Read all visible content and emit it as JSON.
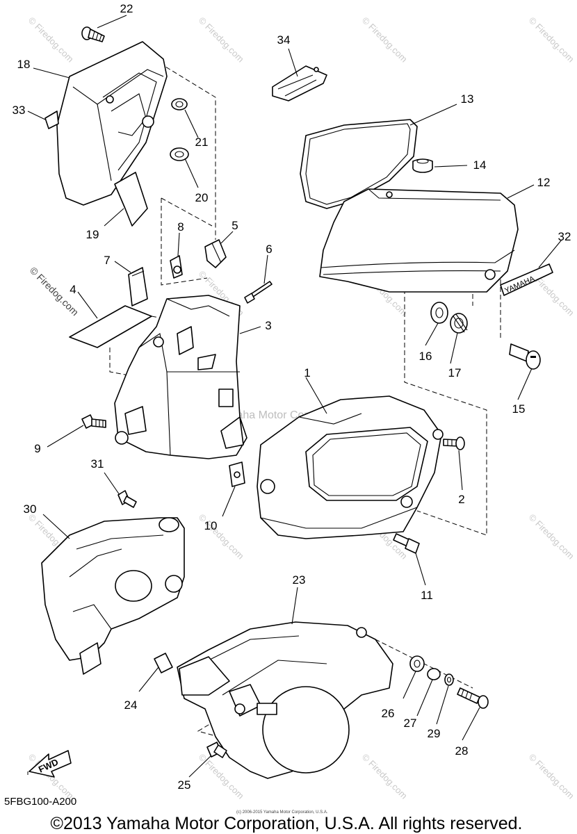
{
  "diagram": {
    "part_numbers": [
      "1",
      "2",
      "3",
      "4",
      "5",
      "6",
      "7",
      "8",
      "9",
      "10",
      "11",
      "12",
      "13",
      "14",
      "15",
      "16",
      "17",
      "18",
      "19",
      "20",
      "21",
      "22",
      "23",
      "24",
      "25",
      "26",
      "27",
      "28",
      "29",
      "30",
      "31",
      "32",
      "33",
      "34"
    ],
    "decal_text": "YAMAHA",
    "fwd_label": "FWD",
    "drawing_code": "5FBG100-A200",
    "center_watermark": "Yamaha Motor Corp., U.S.A.",
    "site_watermark": "© Firedog.com",
    "fine_print": "(c) 2006-2015 Yamaha Motor Corporation, U.S.A.",
    "copyright": "©2013 Yamaha Motor Corporation, U.S.A. All rights reserved."
  }
}
